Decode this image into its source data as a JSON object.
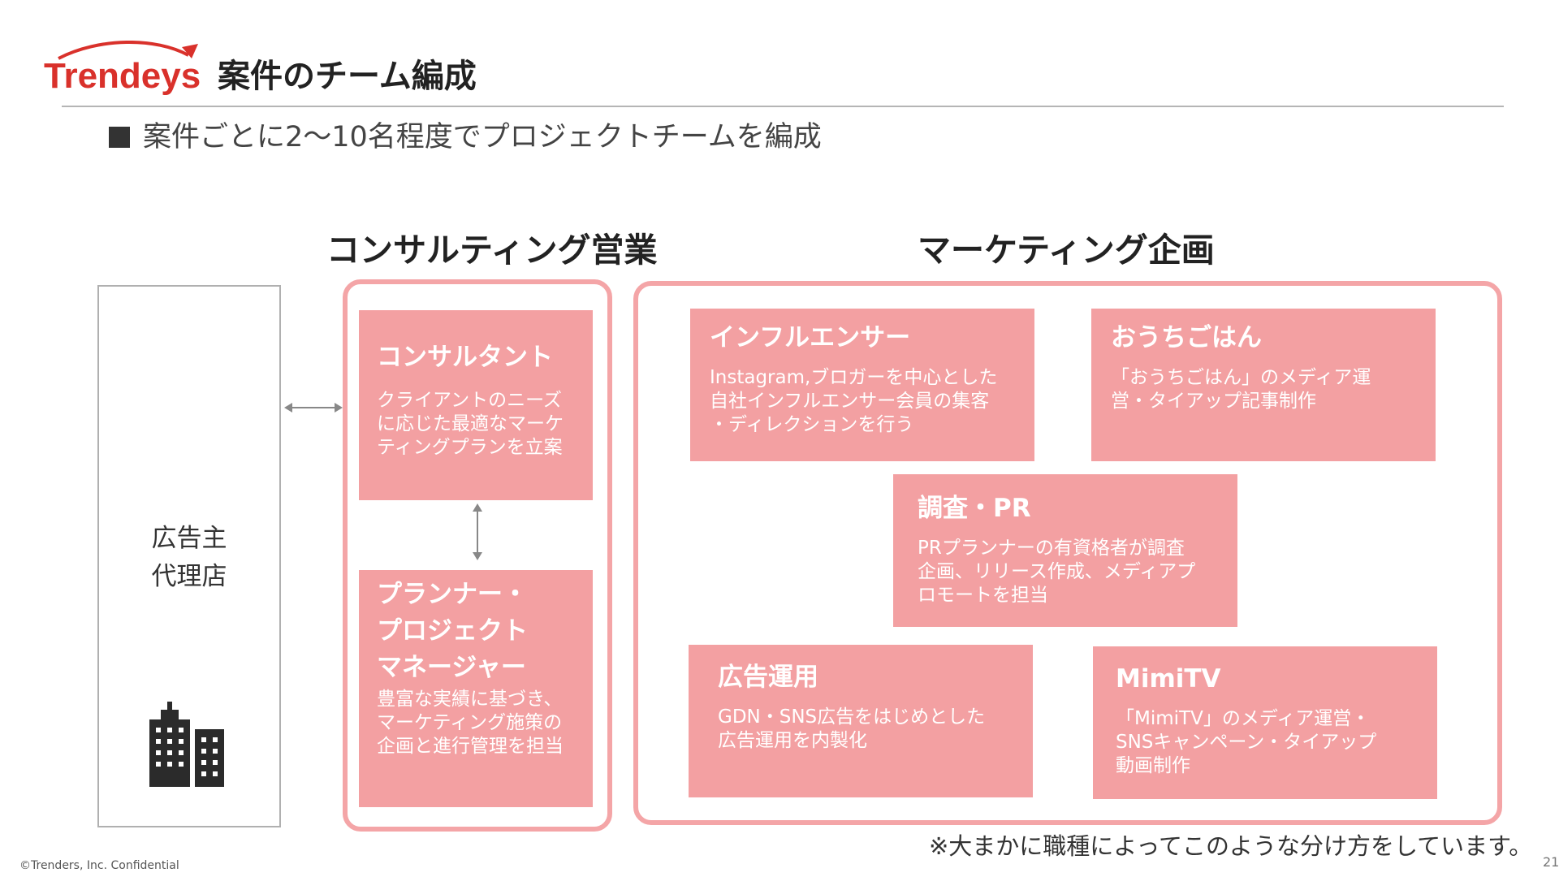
{
  "header": {
    "logo_text": "Trendeys",
    "title": "案件のチーム編成"
  },
  "subtitle": "案件ごとに2〜10名程度でプロジェクトチームを編成",
  "sections": {
    "consulting": "コンサルティング営業",
    "marketing": "マーケティング企画"
  },
  "client": {
    "label_line1": "広告主",
    "label_line2": "代理店",
    "icon": "building-icon"
  },
  "roles": {
    "consultant": {
      "title": "コンサルタント",
      "desc_lines": [
        "クライアントのニーズ",
        "に応じた最適なマーケ",
        "ティングプランを立案"
      ]
    },
    "planner": {
      "title_lines": [
        "プランナー・",
        "プロジェクト",
        "マネージャー"
      ],
      "desc_lines": [
        "豊富な実績に基づき、",
        "マーケティング施策の",
        "企画と進行管理を担当"
      ]
    },
    "influencer": {
      "title": "インフルエンサー",
      "desc_lines": [
        "Instagram,ブロガーを中心とした",
        "自社インフルエンサー会員の集客",
        "・ディレクションを行う"
      ]
    },
    "ouchi": {
      "title": "おうちごはん",
      "desc_lines": [
        "「おうちごはん」のメディア運",
        "営・タイアップ記事制作"
      ]
    },
    "research": {
      "title": "調査・PR",
      "desc_lines": [
        "PRプランナーの有資格者が調査",
        "企画、リリース作成、メディアプ",
        "ロモートを担当"
      ]
    },
    "ads": {
      "title": "広告運用",
      "desc_lines": [
        "GDN・SNS広告をはじめとした",
        "広告運用を内製化"
      ]
    },
    "mimitv": {
      "title": "MimiTV",
      "desc_lines": [
        "「MimiTV」のメディア運営・",
        "SNSキャンペーン・タイアップ",
        "動画制作"
      ]
    }
  },
  "footnote": "※大まかに職種によってこのような分け方をしています。",
  "footer": {
    "copyright": "©Trenders, Inc.  Confidential",
    "page_number": "21"
  },
  "colors": {
    "card": "#f3a0a2",
    "group_border": "#f4a5a7",
    "logo_red": "#d9312b"
  }
}
